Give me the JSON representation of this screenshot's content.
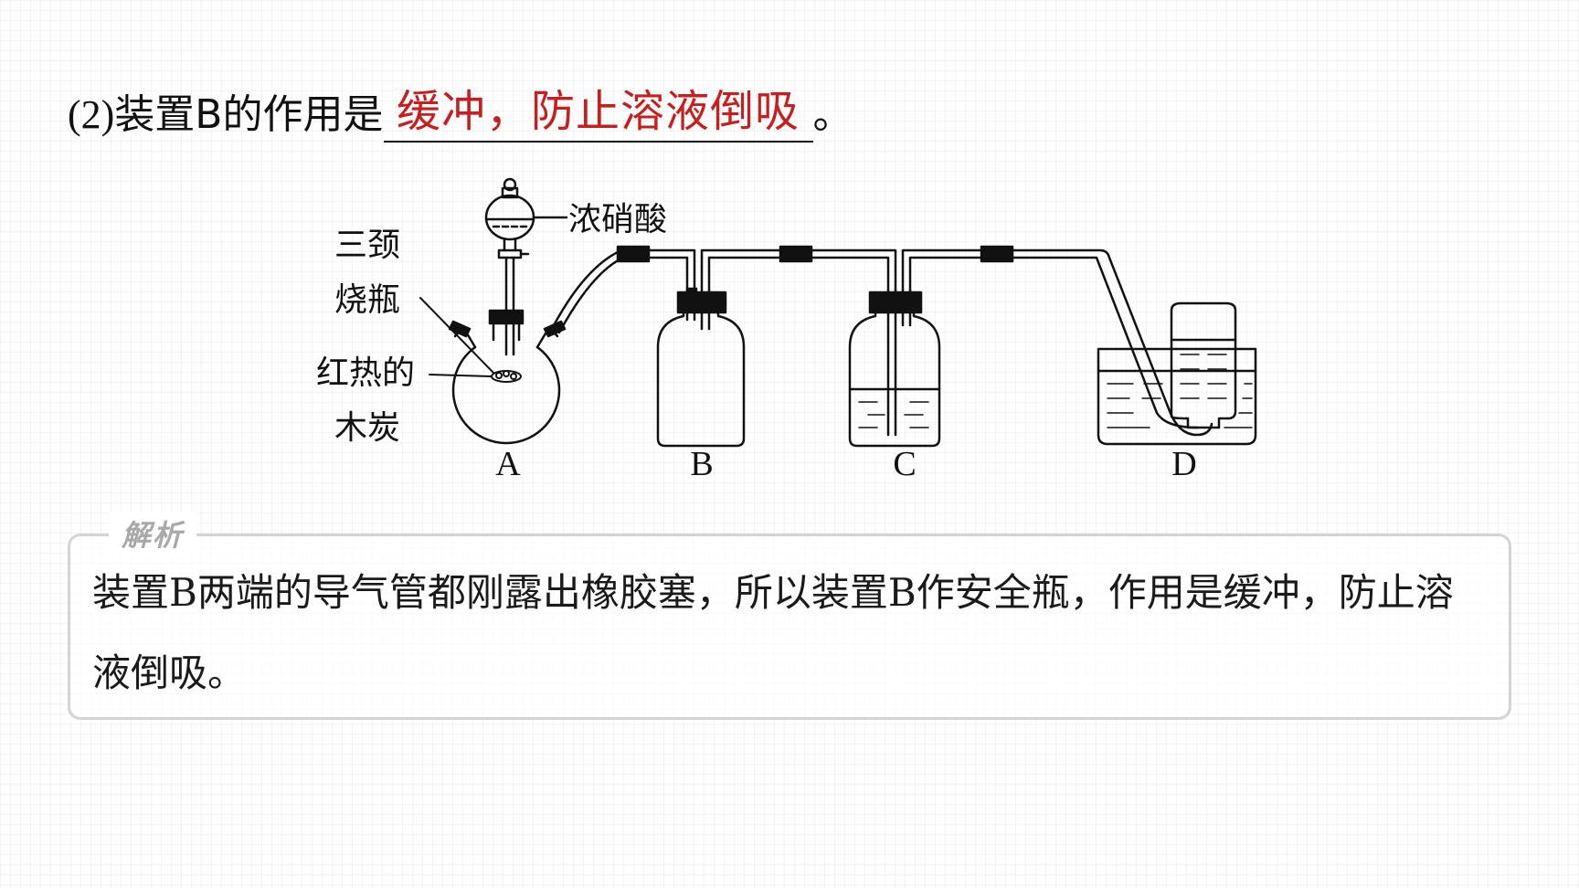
{
  "question": {
    "number": "(2)",
    "stem": "装置B的作用是",
    "answer": "缓冲，防止溶液倒吸",
    "end_punct": "。"
  },
  "diagram": {
    "labels": {
      "flask_line1": "三颈",
      "flask_line2": "烧瓶",
      "charcoal_line1": "红热的",
      "charcoal_line2": "木炭",
      "acid": "浓硝酸"
    },
    "apparatus": [
      "A",
      "B",
      "C",
      "D"
    ]
  },
  "analysis": {
    "tag": "解析",
    "text": "装置B两端的导气管都刚露出橡胶塞，所以装置B作安全瓶，作用是缓冲，防止溶液倒吸。"
  },
  "colors": {
    "answer": "#c81e1e",
    "box_border": "#d4d4d4",
    "tag": "#a9a9a9"
  }
}
